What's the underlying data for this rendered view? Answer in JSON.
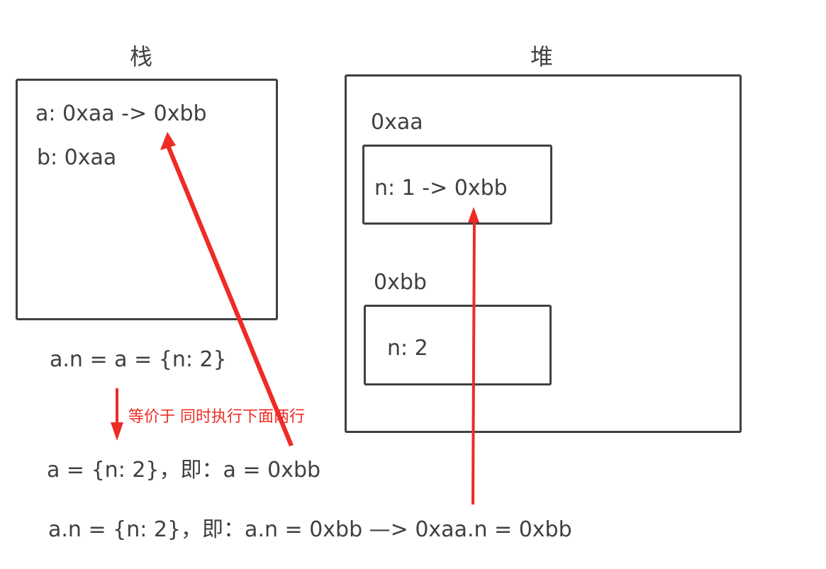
{
  "stack": {
    "title": "栈",
    "line_a": "a: 0xaa -> 0xbb",
    "line_b": "b: 0xaa"
  },
  "heap": {
    "title": "堆",
    "obj1_addr": "0xaa",
    "obj1_content": "n: 1 -> 0xbb",
    "obj2_addr": "0xbb",
    "obj2_content": "n: 2"
  },
  "code": {
    "statement": "a.n = a = {n: 2}",
    "equivalence_note": "等价于 同时执行下面两行",
    "line1": "a = {n: 2}，即：a = 0xbb",
    "line2": "a.n = {n: 2}，即：a.n = 0xbb —> 0xaa.n = 0xbb"
  },
  "colors": {
    "stroke": "#404040",
    "accent": "#ee2b24"
  }
}
